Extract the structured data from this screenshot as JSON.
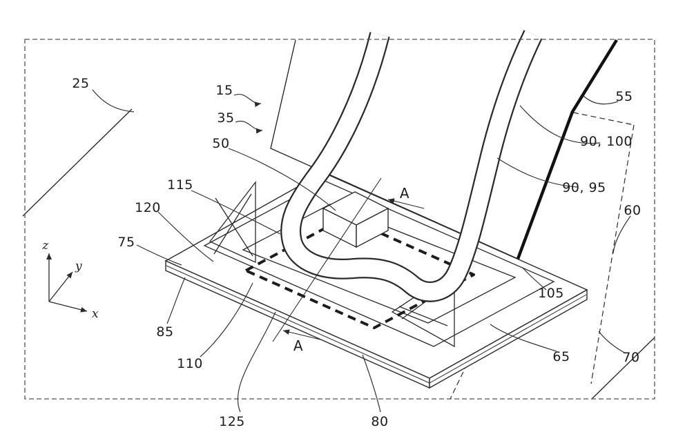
{
  "figure": {
    "kind": "patent-style isometric technical drawing",
    "labels": {
      "l25": "25",
      "l15": "15",
      "l35": "35",
      "l50": "50",
      "l115": "115",
      "l120": "120",
      "l75": "75",
      "l85": "85",
      "l110": "110",
      "l125": "125",
      "l80": "80",
      "l55": "55",
      "l90_100": "90, 100",
      "l90_95": "90, 95",
      "l60": "60",
      "l105": "105",
      "l65": "65",
      "l70": "70"
    },
    "section": {
      "top": "A",
      "bottom": "A"
    },
    "axes": {
      "z": "z",
      "y": "y",
      "x": "x"
    },
    "colors": {
      "line": "#2a2a2a",
      "border": "#555555",
      "background": "#ffffff"
    }
  }
}
